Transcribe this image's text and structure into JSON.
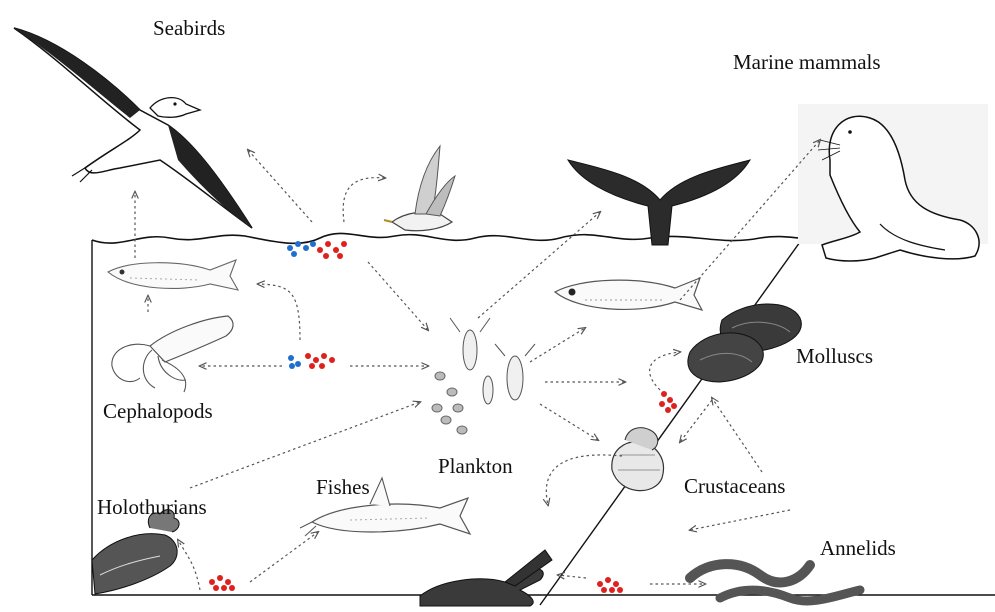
{
  "labels": {
    "seabirds": "Seabirds",
    "marine_mammals": "Marine mammals",
    "cephalopods": "Cephalopods",
    "molluscs": "Molluscs",
    "plankton": "Plankton",
    "crustaceans": "Crustaceans",
    "fishes": "Fishes",
    "holothurians": "Holothurians",
    "annelids": "Annelids"
  },
  "colors": {
    "particle_blue": "#1f6fd1",
    "particle_red": "#e0201c",
    "line": "#111111",
    "arrow": "#555555"
  },
  "icons": [
    "albatross-icon",
    "gull-icon",
    "whale-tail-icon",
    "sea-lion-icon",
    "lanternfish-icon",
    "squid-icon",
    "plankton-icon",
    "mussel-icon",
    "barnacle-icon",
    "catfish-icon",
    "sea-cucumber-icon",
    "crayfish-icon",
    "worm-icon"
  ]
}
